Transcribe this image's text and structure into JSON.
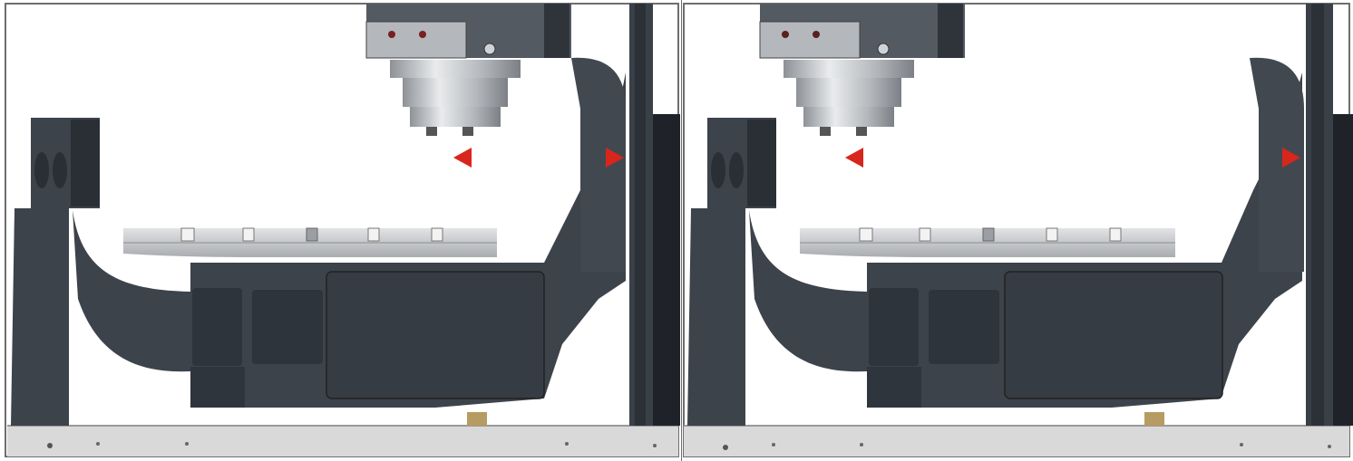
{
  "image": {
    "panels": [
      {
        "id": "left",
        "description_hidden": true,
        "arrow": "short"
      },
      {
        "id": "right",
        "description_hidden": true,
        "arrow": "long"
      }
    ],
    "colors": {
      "machine_dark": "#3d434b",
      "machine_shadow": "#2a2f36",
      "table_silver": "#cfd1d4",
      "rail_silver": "#d6d6d6",
      "arrow_red": "#d8261d",
      "spindle_silver": "#c8cbcf"
    },
    "icons": [
      "double-arrow-icon",
      "spindle-icon",
      "trunnion-table-icon"
    ]
  }
}
